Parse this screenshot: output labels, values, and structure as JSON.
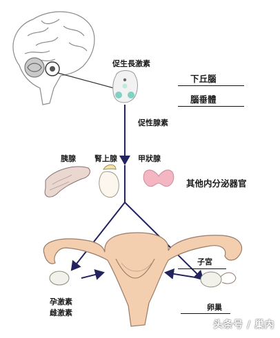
{
  "labels": {
    "gh_releasing": "促生長激素",
    "hypothalamus": "下丘腦",
    "pituitary": "腦垂體",
    "gonadotropin": "促性腺素",
    "pancreas": "胰腺",
    "adrenal": "腎上腺",
    "thyroid": "甲狀腺",
    "other_organs": "其他内分泌器官",
    "uterus": "子宮",
    "ovary": "卵巢",
    "progesterone": "孕激素",
    "estrogen": "雌激素"
  },
  "watermark": "头条号 / 巢内",
  "colors": {
    "arrow": "#23235e",
    "tissue": "#f3cfb0",
    "tissue_outline": "#9a7a66",
    "pituitary": "#7fd1c1",
    "thyroid": "#f4b6c2"
  }
}
